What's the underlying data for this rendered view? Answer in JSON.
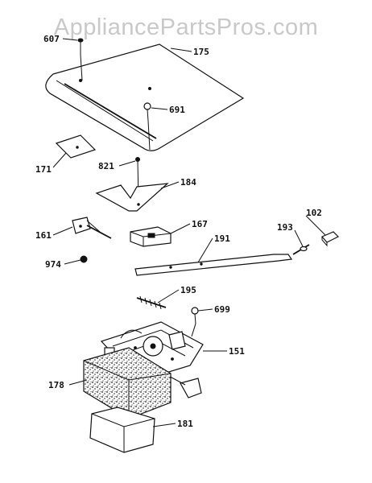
{
  "watermark": "AppliancePartsPros.com",
  "callouts": [
    {
      "id": "607",
      "label": "607"
    },
    {
      "id": "175",
      "label": "175"
    },
    {
      "id": "691",
      "label": "691"
    },
    {
      "id": "171",
      "label": "171"
    },
    {
      "id": "821",
      "label": "821"
    },
    {
      "id": "184",
      "label": "184"
    },
    {
      "id": "167",
      "label": "167"
    },
    {
      "id": "102",
      "label": "102"
    },
    {
      "id": "193",
      "label": "193"
    },
    {
      "id": "191",
      "label": "191"
    },
    {
      "id": "161",
      "label": "161"
    },
    {
      "id": "974",
      "label": "974"
    },
    {
      "id": "195",
      "label": "195"
    },
    {
      "id": "699",
      "label": "699"
    },
    {
      "id": "151",
      "label": "151"
    },
    {
      "id": "178",
      "label": "178"
    },
    {
      "id": "181",
      "label": "181"
    }
  ]
}
